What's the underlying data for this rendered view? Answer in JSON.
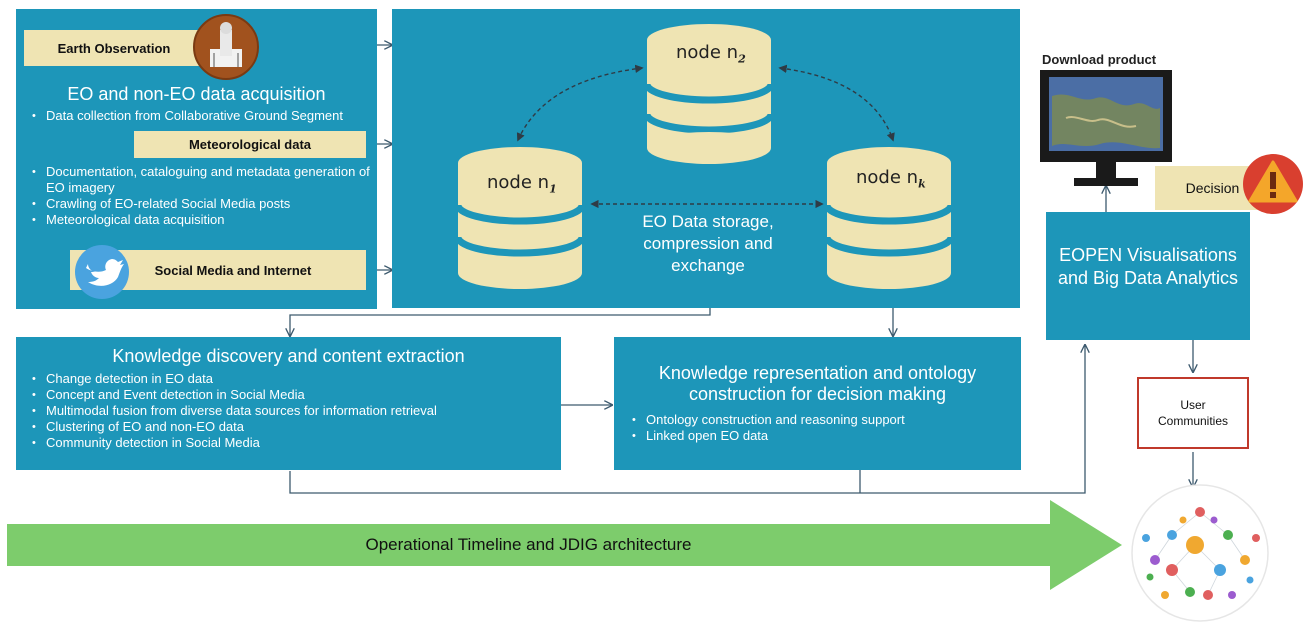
{
  "acquisition": {
    "earth_observation": "Earth Observation",
    "title": "EO and non-EO data acquisition",
    "items": [
      "Data collection from Collaborative Ground Segment",
      "Documentation, cataloguing and metadata generation of EO imagery",
      "Crawling of EO-related Social Media posts",
      "Meteorological data acquisition"
    ],
    "meteorological": "Meteorological data",
    "social_media": "Social Media and Internet"
  },
  "storage": {
    "node_2": "node n",
    "node_2_sub": "2",
    "node_1": "node n",
    "node_1_sub": "1",
    "node_k": "node n",
    "node_k_sub": "k",
    "label": "EO Data storage, compression and exchange"
  },
  "knowledge_discovery": {
    "title": "Knowledge discovery and content extraction",
    "items": [
      "Change detection in EO data",
      "Concept and Event detection in Social Media",
      "Multimodal fusion from diverse data sources for information retrieval",
      "Clustering of EO and non-EO data",
      "Community detection in Social Media"
    ]
  },
  "knowledge_representation": {
    "title": "Knowledge representation and ontology construction for decision making",
    "items": [
      "Ontology construction and reasoning support",
      "Linked open EO data"
    ]
  },
  "visualisation": {
    "title": "EOPEN Visualisations and Big Data Analytics",
    "download": "Download product",
    "decision": "Decision"
  },
  "user_communities": "User Communities",
  "timeline": "Operational Timeline and JDIG architecture",
  "colors": {
    "box": "#1d96b9",
    "tag": "#efe4b3",
    "cylinder": "#efe4b3",
    "arrow": "#7dcc6c"
  }
}
